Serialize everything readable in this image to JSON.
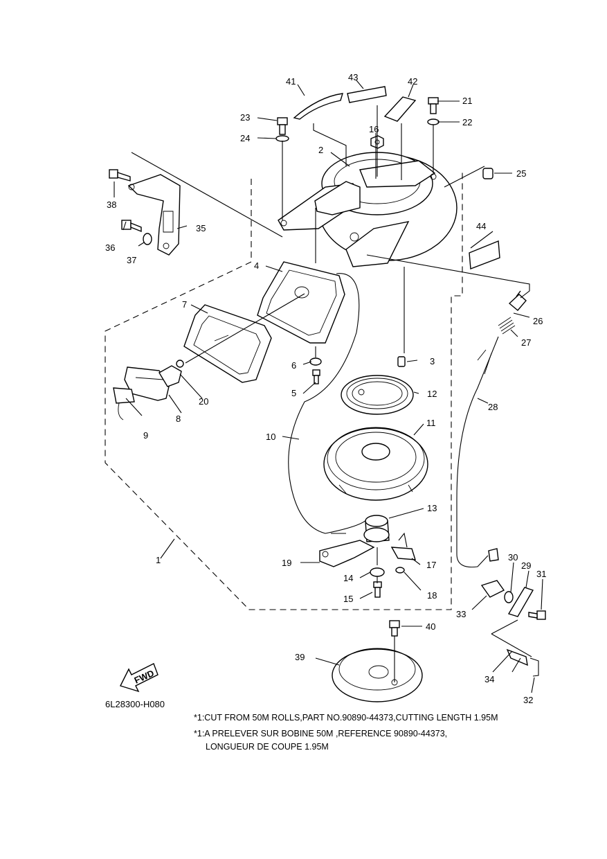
{
  "diagram_code": "6L28300-H080",
  "fwd_label": "FWD",
  "notes": {
    "en": "*1:CUT FROM 50M ROLLS,PART NO.90890-44373,CUTTING LENGTH 1.95M",
    "fr_line1": "*1:A PRELEVER SUR BOBINE 50M ,REFERENCE 90890-44373,",
    "fr_line2": "LONGUEUR DE COUPE 1.95M"
  },
  "parts": {
    "p1": "1",
    "p2": "2",
    "p3": "3",
    "p4": "4",
    "p5": "5",
    "p6": "6",
    "p7": "7",
    "p8": "8",
    "p9": "9",
    "p10": "10",
    "p11": "11",
    "p12": "12",
    "p13": "13",
    "p14": "14",
    "p15": "15",
    "p16": "16",
    "p17": "17",
    "p18": "18",
    "p19": "19",
    "p20": "20",
    "p21": "21",
    "p22": "22",
    "p23": "23",
    "p24": "24",
    "p25": "25",
    "p26": "26",
    "p27": "27",
    "p28": "28",
    "p29": "29",
    "p30": "30",
    "p31": "31",
    "p32": "32",
    "p33": "33",
    "p34": "34",
    "p35": "35",
    "p36": "36",
    "p37": "37",
    "p38": "38",
    "p39": "39",
    "p40": "40",
    "p41": "41",
    "p42": "42",
    "p43": "43",
    "p44": "44"
  }
}
